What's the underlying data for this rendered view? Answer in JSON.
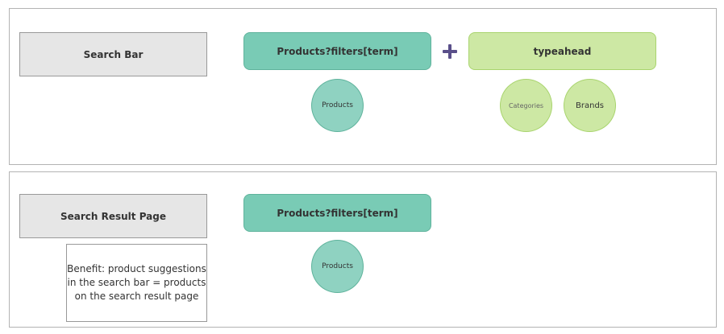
{
  "search_bar_section": {
    "label": "Search Bar",
    "products_endpoint": "Products?filters[term]",
    "products_circle": "Products",
    "typeahead": "typeahead",
    "categories_circle": "Categories",
    "brands_circle": "Brands"
  },
  "search_result_section": {
    "label": "Search Result Page",
    "products_endpoint": "Products?filters[term]",
    "products_circle": "Products",
    "note_lines": [
      "Benefit: product suggestions",
      "in the search bar = products",
      "on the search result page"
    ]
  },
  "colors": {
    "teal": "#79cbb5",
    "light_green": "#cde8a4",
    "plus_purple": "#5a4f8a",
    "gray_box": "#e6e6e6"
  }
}
